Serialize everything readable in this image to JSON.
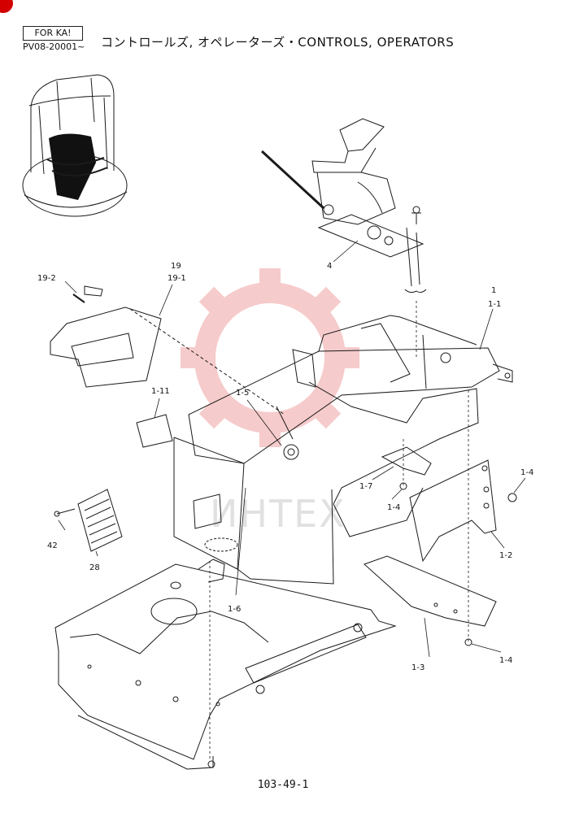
{
  "header": {
    "variant": "FOR KA!",
    "serial": "PV08-20001~",
    "title": "コントロールズ, オペレーターズ・CONTROLS, OPERATORS"
  },
  "page_number": "103-49-1",
  "watermark": "ИНТЕХ",
  "colors": {
    "line": "#1a1a1a",
    "watermark": "#e04848"
  },
  "labels": {
    "l19_2": "19-2",
    "l19": "19",
    "l19_1": "19-1",
    "l4": "4",
    "l1": "1",
    "l1_1": "1-1",
    "l1_11": "1-11",
    "l1_5": "1-5",
    "l1_4a": "1-4",
    "l1_7": "1-7",
    "l1_4b": "1-4",
    "l1_2": "1-2",
    "l42": "42",
    "l28": "28",
    "l1_6": "1-6",
    "l1_3": "1-3",
    "l1_4c": "1-4"
  }
}
